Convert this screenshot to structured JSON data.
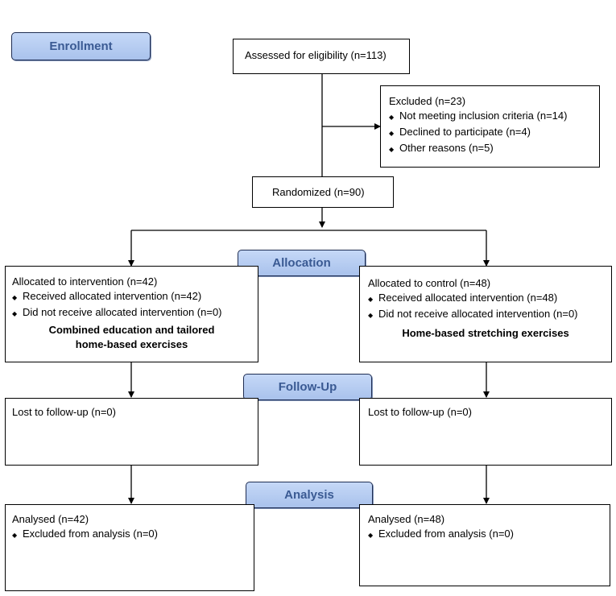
{
  "stages": {
    "enrollment": "Enrollment",
    "allocation": "Allocation",
    "follow_up": "Follow-Up",
    "analysis": "Analysis"
  },
  "assessed": "Assessed for eligibility (n=113)",
  "excluded": {
    "title": "Excluded  (n=23)",
    "items": [
      "Not meeting inclusion criteria (n=14)",
      "Declined to participate (n=4)",
      "Other reasons (n=5)"
    ]
  },
  "randomized": "Randomized (n=90)",
  "intervention_arm": {
    "allocated": "Allocated to intervention (n=42)",
    "items": [
      "Received allocated intervention (n=42)",
      "Did not receive allocated intervention (n=0)"
    ],
    "treatment_line1": "Combined education and tailored",
    "treatment_line2": "home-based exercises",
    "lost_followup": "Lost to follow-up  (n=0)",
    "analysed": "Analysed  (n=42)",
    "excluded_analysis": "Excluded from analysis  (n=0)"
  },
  "control_arm": {
    "allocated": "Allocated to control (n=48)",
    "items": [
      "Received allocated intervention (n=48)",
      "Did not receive allocated intervention  (n=0)"
    ],
    "treatment": "Home-based stretching exercises",
    "lost_followup": "Lost to follow-up  (n=0)",
    "analysed": "Analysed  (n=48)",
    "excluded_analysis": "Excluded from analysis  (n=0)"
  },
  "bullet_glyph": "◆"
}
